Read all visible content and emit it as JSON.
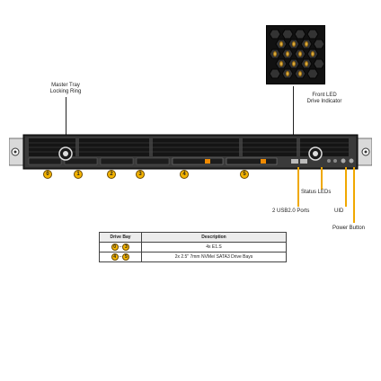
{
  "labels": {
    "master_tray": [
      "Master Tray",
      "Locking Ring"
    ],
    "front_led": [
      "Front LED",
      "Drive Indicator"
    ],
    "status_leds": "Status LEDs",
    "usb_ports": "2 USB2.0 Ports",
    "uid": "UID",
    "power_button": "Power Button"
  },
  "bay_numbers": [
    "0",
    "1",
    "2",
    "3",
    "4",
    "5"
  ],
  "table": {
    "headers": [
      "Drive Bay",
      "Description"
    ],
    "rows": [
      {
        "from": "0",
        "to": "3",
        "description": "4x E1.S"
      },
      {
        "from": "4",
        "to": "5",
        "description": "2x 2.5\" 7mm NVMe/ SATA3 Drive  Bays"
      }
    ]
  },
  "colors": {
    "callout_line": "#f0a800",
    "badge_fill": "#f5b400",
    "chassis": "#2a2a2a",
    "ear": "#d9d9d9"
  }
}
